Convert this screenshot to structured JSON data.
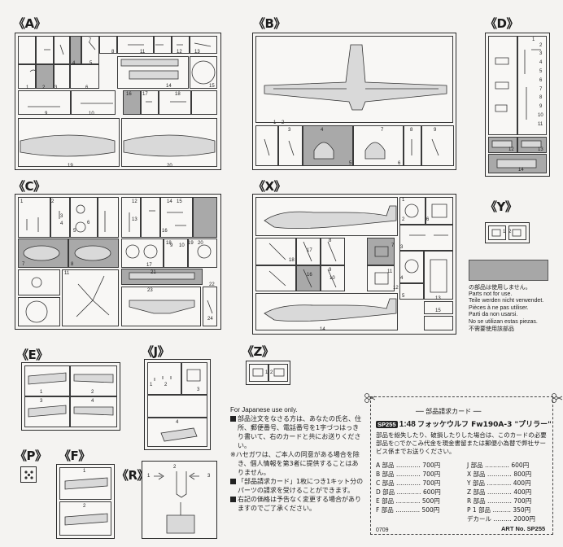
{
  "sections": {
    "A": "《A》",
    "B": "《B》",
    "C": "《C》",
    "D": "《D》",
    "X": "《X》",
    "Y": "《Y》",
    "E": "《E》",
    "J": "《J》",
    "Z": "《Z》",
    "P": "《P》",
    "F": "《F》",
    "R": "《R》"
  },
  "part_numbers": {
    "A": [
      "1",
      "2",
      "3",
      "4",
      "5",
      "6",
      "7",
      "8",
      "9",
      "10",
      "11",
      "12",
      "13",
      "14",
      "15",
      "16",
      "17",
      "18",
      "19",
      "20"
    ],
    "B": [
      "1",
      "2",
      "3",
      "4",
      "5",
      "6",
      "7",
      "8",
      "9"
    ],
    "C": [
      "1",
      "2",
      "3",
      "4",
      "5",
      "6",
      "7",
      "8",
      "9",
      "10",
      "11",
      "12",
      "13",
      "14",
      "15",
      "16",
      "17",
      "18",
      "19",
      "20",
      "21",
      "22",
      "23",
      "24"
    ],
    "D": [
      "1",
      "2",
      "3",
      "4",
      "5",
      "6",
      "7",
      "8",
      "9",
      "10",
      "11",
      "12",
      "13",
      "14"
    ],
    "X": [
      "1",
      "2",
      "3",
      "4",
      "5",
      "6",
      "7",
      "8",
      "9",
      "10",
      "11",
      "12",
      "13",
      "14",
      "15",
      "16",
      "17",
      "18"
    ],
    "Y": [
      "1",
      "2"
    ],
    "E": [
      "1",
      "2",
      "3",
      "4"
    ],
    "J": [
      "1",
      "2",
      "3",
      "4"
    ],
    "Z": [
      "1",
      "2"
    ],
    "F": [
      "1",
      "2"
    ],
    "R": [
      "1",
      "2",
      "3"
    ]
  },
  "legend": {
    "jp": "の部品は使用しません。",
    "lines": [
      "Parts not for use.",
      "Teile werden nicht verwendet.",
      "Pièces à ne pas utiliser.",
      "Parti da non usarsi.",
      "No se utilizan estas piezas.",
      "不需要使用該部品"
    ]
  },
  "notes": {
    "title": "For Japanese use only.",
    "items": [
      "部品注文をなさる方は、あなたの氏名、住所、郵便番号、電話番号を1字づつはっきり書いて、右のカードと共にお送りください。",
      "※ハセガワは、ご本人の同意がある場合を除き、個人情報を第3者に提供することはありません。",
      "「部品請求カード」1枚につき1キット分のパーツの請求を受けることができます。",
      "右記の価格は予告なく変更する場合がありますのでご了承ください。"
    ]
  },
  "card": {
    "title": "── 部品請求カード ──",
    "kit_code": "SP255",
    "scale": "1:48",
    "kit_name": "フォッケウルフ Fw190A-3 \"プリラー\"",
    "desc": "部品を紛失したり、破損したりした場合は、このカードの必要部品を○でかこみ代金を現金書留または郵便小為替で弊社サービス係までお送りください。",
    "left_rows": [
      {
        "part": "A 部品",
        "price": "700円"
      },
      {
        "part": "B 部品",
        "price": "700円"
      },
      {
        "part": "C 部品",
        "price": "700円"
      },
      {
        "part": "D 部品",
        "price": "600円"
      },
      {
        "part": "E 部品",
        "price": "500円"
      },
      {
        "part": "F 部品",
        "price": "500円"
      }
    ],
    "right_rows": [
      {
        "part": "J 部品",
        "price": "600円"
      },
      {
        "part": "X 部品",
        "price": "800円"
      },
      {
        "part": "Y 部品",
        "price": "400円"
      },
      {
        "part": "Z 部品",
        "price": "400円"
      },
      {
        "part": "R 部品",
        "price": "700円"
      },
      {
        "part": "P 1 部品",
        "price": "350円"
      }
    ],
    "decal": {
      "label": "デカール",
      "price": "2000円"
    },
    "art_no": "ART No. SP255",
    "footer_code": "0709"
  }
}
